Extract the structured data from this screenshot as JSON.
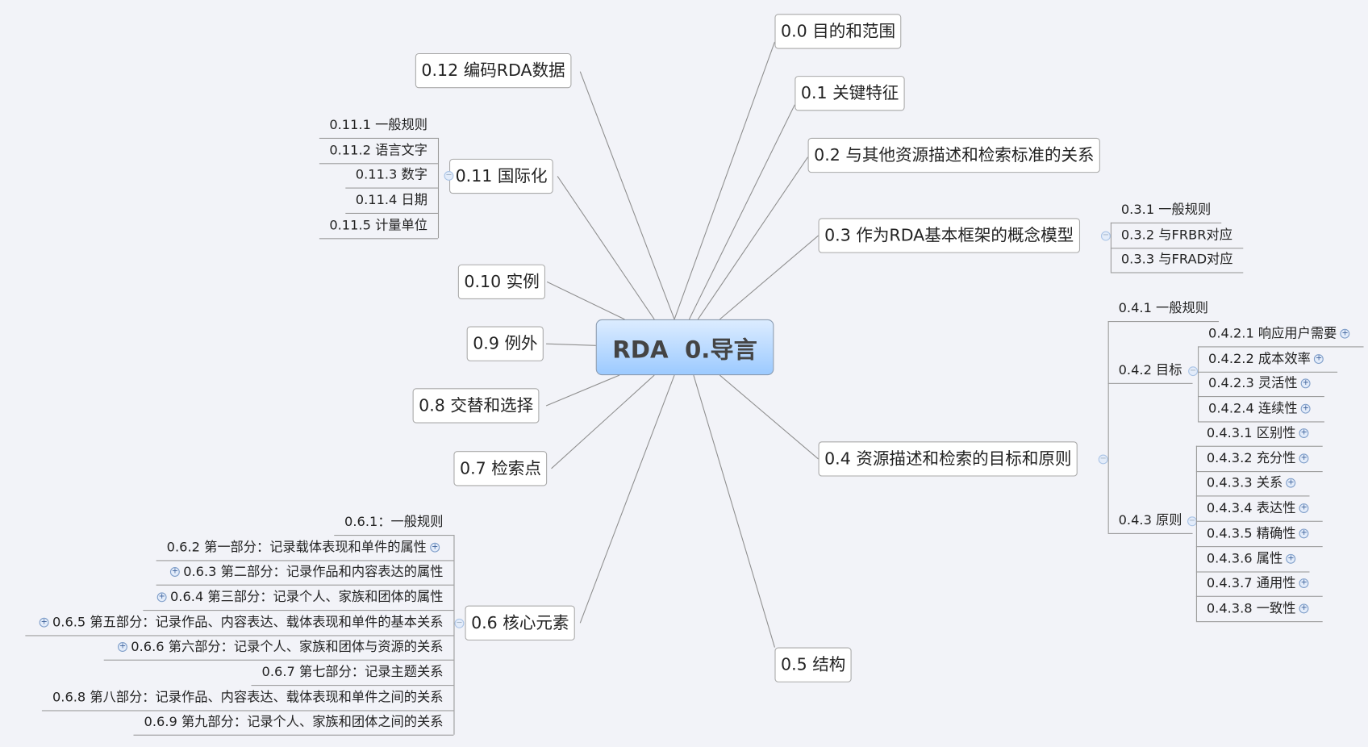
{
  "central": "RDA  0.导言",
  "topics": {
    "n00": "0.0 目的和范围",
    "n01": "0.1 关键特征",
    "n02": "0.2 与其他资源描述和检索标准的关系",
    "n03": "0.3 作为RDA基本框架的概念模型",
    "n04": "0.4 资源描述和检索的目标和原则",
    "n05": "0.5 结构",
    "n06": "0.6 核心元素",
    "n07": "0.7 检索点",
    "n08": "0.8 交替和选择",
    "n09": "0.9 例外",
    "n10": "0.10 实例",
    "n11": "0.11 国际化",
    "n12": "0.12 编码RDA数据"
  },
  "lists": {
    "n03": [
      {
        "label": "0.3.1 一般规则",
        "expandable": false
      },
      {
        "label": "0.3.2 与FRBR对应",
        "expandable": false
      },
      {
        "label": "0.3.3 与FRAD对应",
        "expandable": false
      }
    ],
    "n04": [
      {
        "label": "0.4.1 一般规则",
        "expandable": false
      },
      {
        "label": "0.4.2 目标",
        "expandable": false
      },
      {
        "label": "0.4.3 原则",
        "expandable": false
      }
    ],
    "n042": [
      {
        "label": "0.4.2.1 响应用户需要",
        "expandable": true
      },
      {
        "label": "0.4.2.2 成本效率",
        "expandable": true
      },
      {
        "label": "0.4.2.3 灵活性",
        "expandable": true
      },
      {
        "label": "0.4.2.4 连续性",
        "expandable": true
      }
    ],
    "n043": [
      {
        "label": "0.4.3.1 区别性",
        "expandable": true
      },
      {
        "label": "0.4.3.2 充分性",
        "expandable": true
      },
      {
        "label": "0.4.3.3 关系",
        "expandable": true
      },
      {
        "label": "0.4.3.4 表达性",
        "expandable": true
      },
      {
        "label": "0.4.3.5 精确性",
        "expandable": true
      },
      {
        "label": "0.4.3.6 属性",
        "expandable": true
      },
      {
        "label": "0.4.3.7  通用性",
        "expandable": true
      },
      {
        "label": "0.4.3.8 一致性",
        "expandable": true
      }
    ],
    "n06": [
      {
        "label": "0.6.1：一般规则",
        "expandable": false
      },
      {
        "label": "0.6.2 第一部分：记录载体表现和单件的属性",
        "expandable": true,
        "icon_side": "right"
      },
      {
        "label": "0.6.3 第二部分：记录作品和内容表达的属性",
        "expandable": true
      },
      {
        "label": "0.6.4 第三部分：记录个人、家族和团体的属性",
        "expandable": true
      },
      {
        "label": "0.6.5 第五部分：记录作品、内容表达、载体表现和单件的基本关系",
        "expandable": true
      },
      {
        "label": "0.6.6 第六部分：记录个人、家族和团体与资源的关系",
        "expandable": true
      },
      {
        "label": "0.6.7 第七部分：记录主题关系",
        "expandable": false
      },
      {
        "label": "0.6.8 第八部分：记录作品、内容表达、载体表现和单件之间的关系",
        "expandable": false
      },
      {
        "label": "0.6.9 第九部分：记录个人、家族和团体之间的关系",
        "expandable": false
      }
    ],
    "n11": [
      {
        "label": "0.11.1 一般规则",
        "expandable": false
      },
      {
        "label": "0.11.2 语言文字",
        "expandable": false
      },
      {
        "label": "0.11.3 数字",
        "expandable": false
      },
      {
        "label": "0.11.4 日期",
        "expandable": false
      },
      {
        "label": "0.11.5 计量单位",
        "expandable": false
      }
    ]
  },
  "colors": {
    "central_top": "#dcecff",
    "central_bottom": "#9ccaff",
    "background": "#f2f3f8",
    "line": "#9a9a9a"
  }
}
